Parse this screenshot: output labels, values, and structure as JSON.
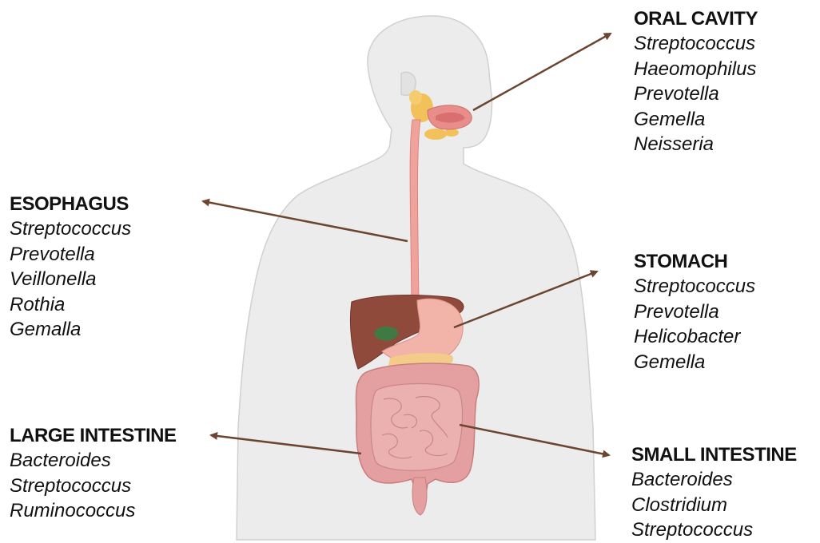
{
  "regions": {
    "oral_cavity": {
      "title": "ORAL CAVITY",
      "genera": [
        "Streptococcus",
        "Haeomophilus",
        "Prevotella",
        "Gemella",
        "Neisseria"
      ]
    },
    "esophagus": {
      "title": "ESOPHAGUS",
      "genera": [
        "Streptococcus",
        "Prevotella",
        "Veillonella",
        "Rothia",
        "Gemalla"
      ]
    },
    "stomach": {
      "title": "STOMACH",
      "genera": [
        "Streptococcus",
        "Prevotella",
        "Helicobacter",
        "Gemella"
      ]
    },
    "large_intestine": {
      "title": "LARGE INTESTINE",
      "genera": [
        "Bacteroides",
        "Streptococcus",
        "Ruminococcus"
      ]
    },
    "small_intestine": {
      "title": "SMALL INTESTINE",
      "genera": [
        "Bacteroides",
        "Clostridium",
        "Streptococcus"
      ]
    }
  },
  "colors": {
    "body_fill": "#ececec",
    "body_outline": "#d0d0d0",
    "arrow": "#6b4530",
    "esophagus": "#f0a39a",
    "liver": "#8f4a3c",
    "gallbladder": "#3f7a44",
    "stomach": "#f2b3a8",
    "pancreas": "#f3cc8a",
    "intestine": "#e4a0a0",
    "salivary_gland": "#f2c15a",
    "mouth": "#e98d8a"
  }
}
